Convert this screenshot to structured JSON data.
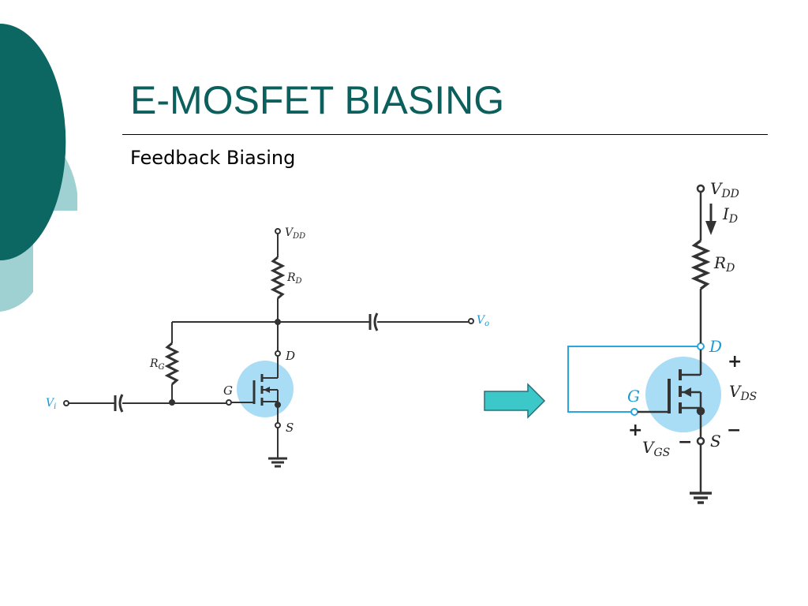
{
  "slide": {
    "title": "E-MOSFET BIASING",
    "subtitle": "Feedback Biasing"
  },
  "colors": {
    "title": "#0b5f5c",
    "deco_dark": "#0c6662",
    "deco_light": "#9fd0d2",
    "transistor_highlight": "#a9dcf5",
    "feedback_wire": "#29a6de",
    "arrow_fill": "#3cc8c8"
  },
  "left_circuit": {
    "vdd": {
      "main": "V",
      "sub": "DD"
    },
    "rd": {
      "main": "R",
      "sub": "D"
    },
    "rg": {
      "main": "R",
      "sub": "G"
    },
    "drain": "D",
    "gate": "G",
    "source": "S",
    "vi": {
      "main": "V",
      "sub": "i"
    },
    "vo": {
      "main": "V",
      "sub": "o"
    }
  },
  "right_circuit": {
    "vdd": {
      "main": "V",
      "sub": "DD"
    },
    "id": {
      "main": "I",
      "sub": "D"
    },
    "rd": {
      "main": "R",
      "sub": "D"
    },
    "drain": "D",
    "gate": "G",
    "source": "S",
    "vds": {
      "main": "V",
      "sub": "DS"
    },
    "vgs": {
      "main": "V",
      "sub": "GS"
    },
    "plus": "+",
    "minus": "−"
  },
  "icons": {
    "transform_arrow": "right-arrow-icon",
    "ground": "ground-icon"
  }
}
